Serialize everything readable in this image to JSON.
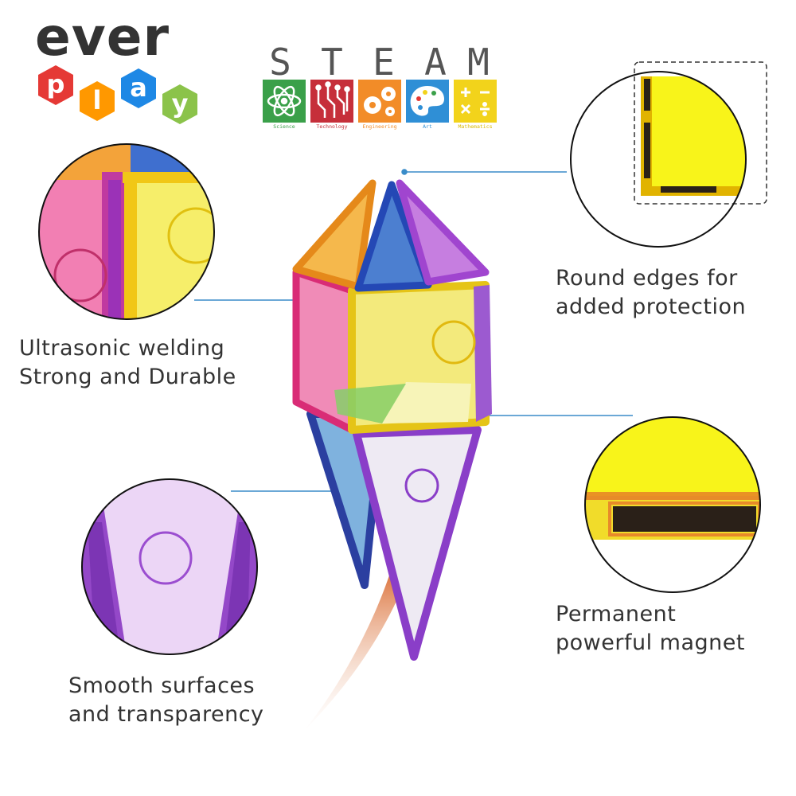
{
  "brand": {
    "name_top": "ever",
    "name_bottom": [
      "p",
      "l",
      "a",
      "y"
    ],
    "hex_colors": [
      "#e53935",
      "#ff9800",
      "#1e88e5",
      "#8bc34a"
    ]
  },
  "steam": {
    "title_letters": [
      "S",
      "T",
      "E",
      "A",
      "M"
    ],
    "tiles": [
      {
        "label": "Science",
        "color": "#3aa049",
        "icon": "atom-icon"
      },
      {
        "label": "Technology",
        "color": "#c62f3a",
        "icon": "circuit-icon"
      },
      {
        "label": "Engineering",
        "color": "#f28c28",
        "icon": "gears-icon"
      },
      {
        "label": "Art",
        "color": "#2f8fd6",
        "icon": "palette-icon"
      },
      {
        "label": "Mathematics",
        "color": "#f2d31b",
        "icon": "math-symbols-icon"
      }
    ]
  },
  "callouts": {
    "round_edges": [
      "Round edges for",
      "added protection"
    ],
    "welding": [
      "Ultrasonic welding",
      "Strong and Durable"
    ],
    "smooth": [
      "Smooth surfaces",
      "and transparency"
    ],
    "magnet": [
      "Permanent",
      "powerful magnet"
    ]
  },
  "colors": {
    "leader_line": "#3a8cc9",
    "caption_text": "#333333"
  }
}
